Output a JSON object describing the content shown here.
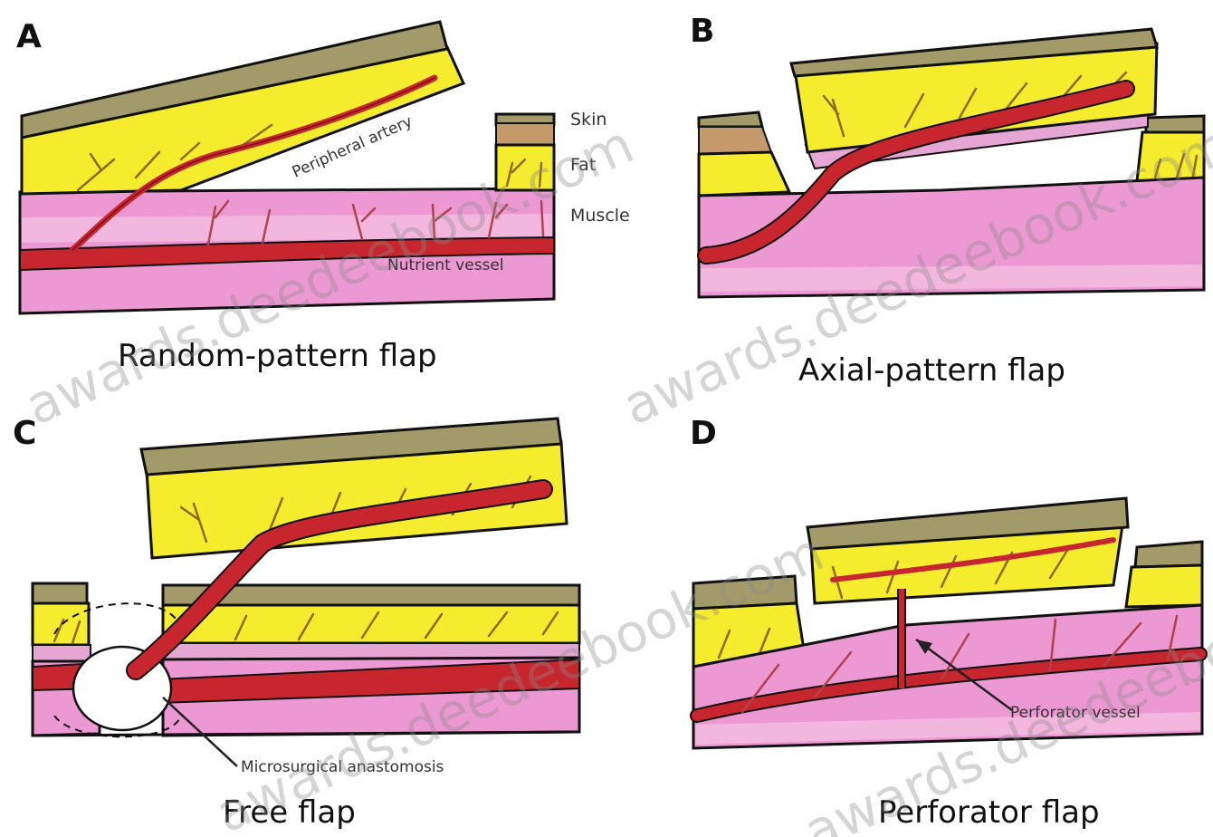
{
  "panels": {
    "a": {
      "letter": "A",
      "caption": "Random-pattern flap",
      "label_artery": "Peripheral artery",
      "label_skin": "Skin",
      "label_fat": "Fat",
      "label_muscle": "Muscle",
      "label_vessel": "Nutrient vessel"
    },
    "b": {
      "letter": "B",
      "caption": "Axial-pattern flap"
    },
    "c": {
      "letter": "C",
      "caption": "Free flap",
      "label_anastomosis": "Microsurgical anastomosis"
    },
    "d": {
      "letter": "D",
      "caption": "Perforator flap",
      "label_perforator": "Perforator vessel"
    }
  },
  "watermark": "awards.deedeebook.com",
  "colors": {
    "skin": "#a39a6a",
    "fat": "#f4ec2c",
    "muscle": "#ec98d2",
    "vessel": "#c8262e"
  }
}
